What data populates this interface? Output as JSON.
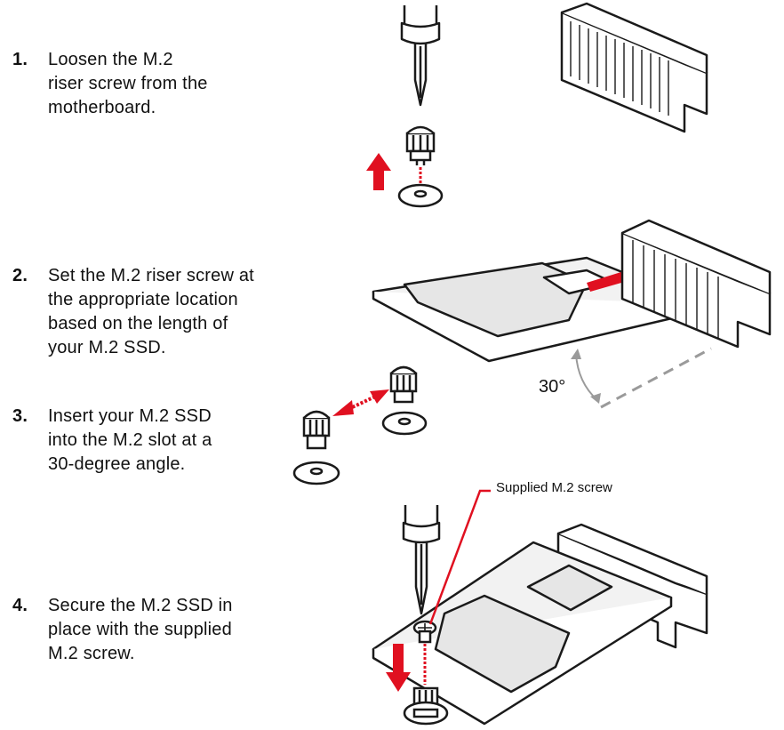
{
  "steps": [
    {
      "num": "1.",
      "text": "Loosen the M.2\nriser screw from the\nmotherboard."
    },
    {
      "num": "2.",
      "text": "Set the M.2 riser screw at\nthe appropriate location\nbased on the length of\nyour M.2 SSD."
    },
    {
      "num": "3.",
      "text": "Insert your M.2 SSD\ninto the M.2 slot at a\n30-degree angle."
    },
    {
      "num": "4.",
      "text": "Secure the M.2 SSD in\nplace with the supplied\nM.2 screw."
    }
  ],
  "annotations": {
    "supplied_screw": "Supplied M.2 screw",
    "angle": "30°"
  },
  "colors": {
    "accent_red": "#e01020",
    "line": "#1a1a1a",
    "board": "#ededed",
    "dash": "#9a9a9a"
  },
  "icons": [
    "screwdriver-icon",
    "riser-screw-icon",
    "washer-icon",
    "up-arrow-icon",
    "m2-slot-icon",
    "m2-ssd-icon",
    "down-arrow-icon"
  ]
}
